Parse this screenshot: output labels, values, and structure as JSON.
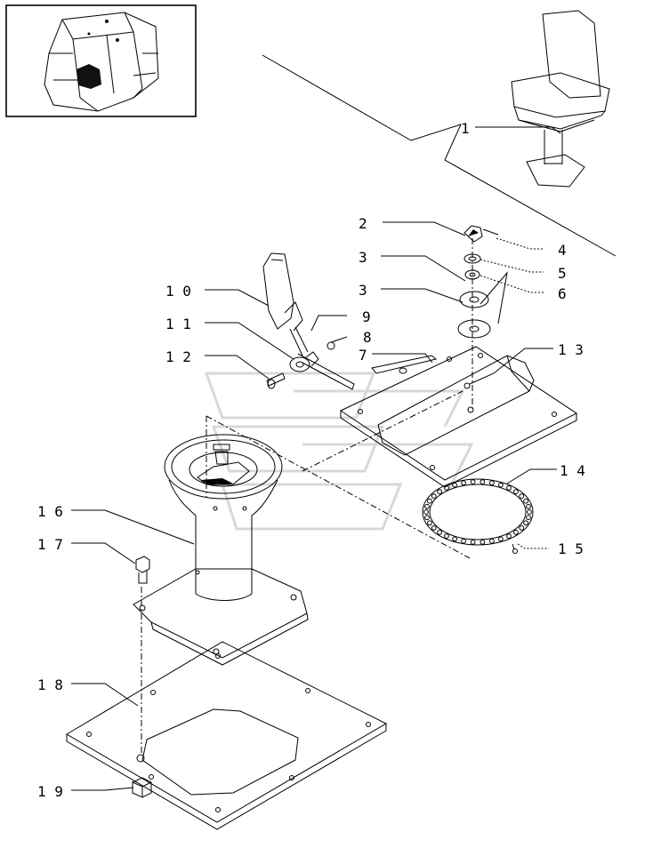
{
  "diagram": {
    "callouts": [
      {
        "id": "c1",
        "text": "1"
      },
      {
        "id": "c2",
        "text": "2"
      },
      {
        "id": "c3a",
        "text": "3"
      },
      {
        "id": "c3b",
        "text": "3"
      },
      {
        "id": "c4",
        "text": "4"
      },
      {
        "id": "c5",
        "text": "5"
      },
      {
        "id": "c6",
        "text": "6"
      },
      {
        "id": "c7",
        "text": "7"
      },
      {
        "id": "c8",
        "text": "8"
      },
      {
        "id": "c9",
        "text": "9"
      },
      {
        "id": "c10",
        "text": "1 0"
      },
      {
        "id": "c11",
        "text": "1 1"
      },
      {
        "id": "c12",
        "text": "1 2"
      },
      {
        "id": "c13",
        "text": "1 3"
      },
      {
        "id": "c14",
        "text": "1 4"
      },
      {
        "id": "c15",
        "text": "1 5"
      },
      {
        "id": "c16",
        "text": "1 6"
      },
      {
        "id": "c17",
        "text": "1 7"
      },
      {
        "id": "c18",
        "text": "1 8"
      },
      {
        "id": "c19",
        "text": "1 9"
      }
    ]
  }
}
